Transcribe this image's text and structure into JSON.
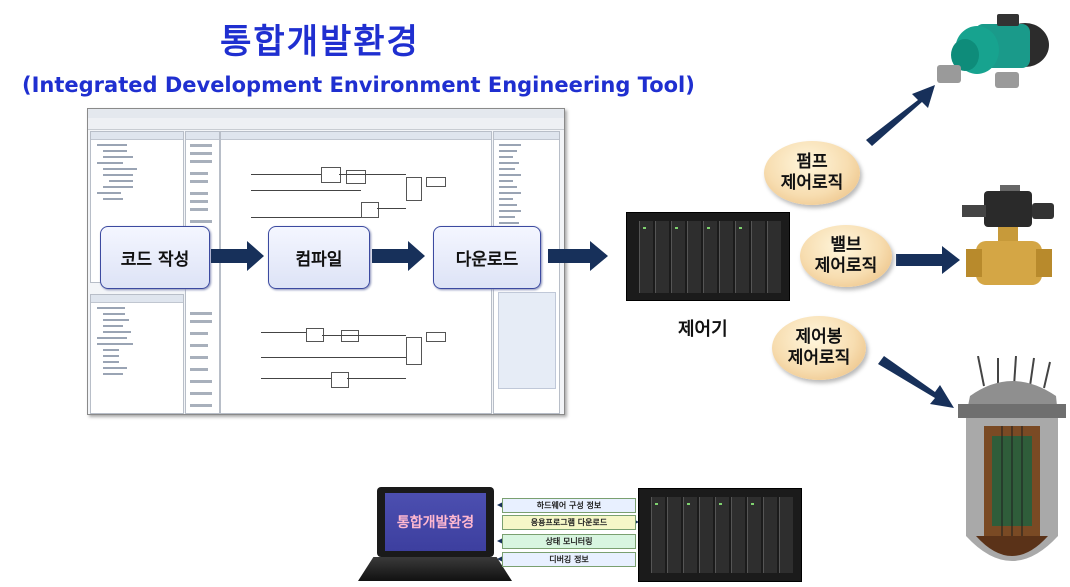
{
  "title": "통합개발환경",
  "subtitle": "(Integrated Development Environment Engineering Tool)",
  "process": {
    "step1": "코드 작성",
    "step2": "컴파일",
    "step3": "다운로드"
  },
  "controller": {
    "label": "제어기"
  },
  "bubbles": {
    "pump": "펌프\n제어로직",
    "valve": "밸브\n제어로직",
    "rod": "제어봉\n제어로직"
  },
  "laptop": {
    "screen_text": "통합개발환경"
  },
  "links": [
    {
      "label": "하드웨어 구성 정보",
      "color": "#e8f0ff"
    },
    {
      "label": "응용프로그램 다운로드",
      "color": "#f6f7c8"
    },
    {
      "label": "상태 모니터링",
      "color": "#d8f5e0"
    },
    {
      "label": "디버깅 정보",
      "color": "#e8f0ff"
    }
  ],
  "colors": {
    "title": "#1f2fd0",
    "arrow": "#17305a"
  },
  "icons": {
    "pump": "pump-icon",
    "valve": "valve-icon",
    "reactor": "reactor-vessel-icon"
  }
}
